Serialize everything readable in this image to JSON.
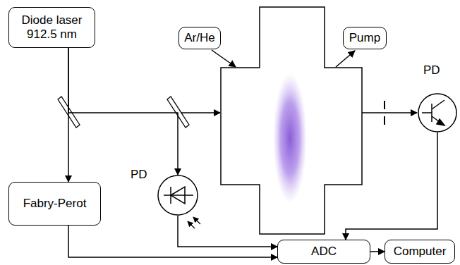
{
  "diagram": {
    "nodes": [
      {
        "text": [
          "Diode laser 912.5 nm"
        ]
      },
      {
        "text": [
          "Ar/He"
        ]
      },
      {
        "text": [
          "Pump"
        ]
      },
      {
        "text": [
          "PD"
        ]
      },
      {
        "text": [
          "PD"
        ]
      },
      {
        "text": [
          "Fabry-Perot"
        ]
      },
      {
        "text": [
          "ADC"
        ]
      },
      {
        "text": [
          "Computer"
        ]
      }
    ],
    "edges": [
      {
        "from": 0,
        "to": 5,
        "arrow": "to"
      },
      {
        "from": 0,
        "to": 4,
        "arrow": "to"
      },
      {
        "from": 5,
        "to": 6,
        "arrow": "to"
      },
      {
        "from": 4,
        "to": 6,
        "arrow": "to"
      },
      {
        "from": 3,
        "to": 6,
        "arrow": "to"
      },
      {
        "from": 6,
        "to": 7,
        "arrow": "to"
      }
    ]
  }
}
